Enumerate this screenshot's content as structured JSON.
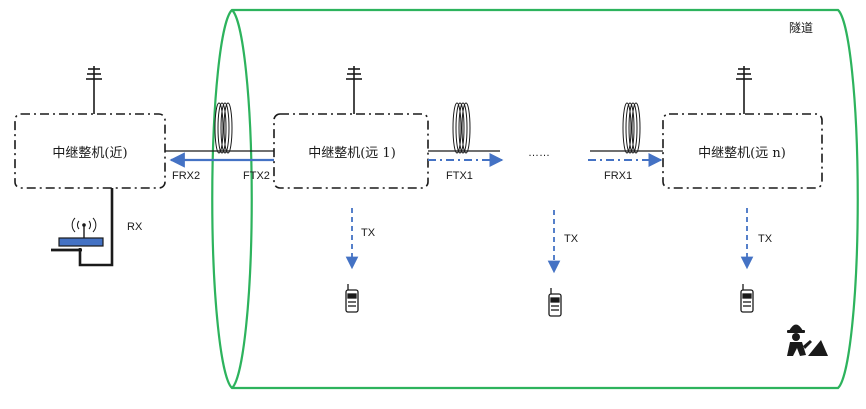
{
  "tunnel": {
    "label": "隧道",
    "color": "#2db35d"
  },
  "accent_color": "#4472c4",
  "nodes": {
    "near": {
      "label": "中继整机(近)"
    },
    "far1": {
      "label": "中继整机(远 1)"
    },
    "farn": {
      "label": "中继整机(远 n)"
    }
  },
  "links": {
    "frx2": "FRX2",
    "ftx2": "FTX2",
    "ftx1": "FTX1",
    "frx1": "FRX1",
    "ellipsis": "……"
  },
  "signals": {
    "rx": "RX",
    "tx1": "TX",
    "tx2": "TX",
    "tx3": "TX"
  },
  "icons": [
    "antenna-icon",
    "fiber-coil-icon",
    "base-station-icon",
    "walkie-talkie-icon",
    "construction-worker-icon"
  ]
}
